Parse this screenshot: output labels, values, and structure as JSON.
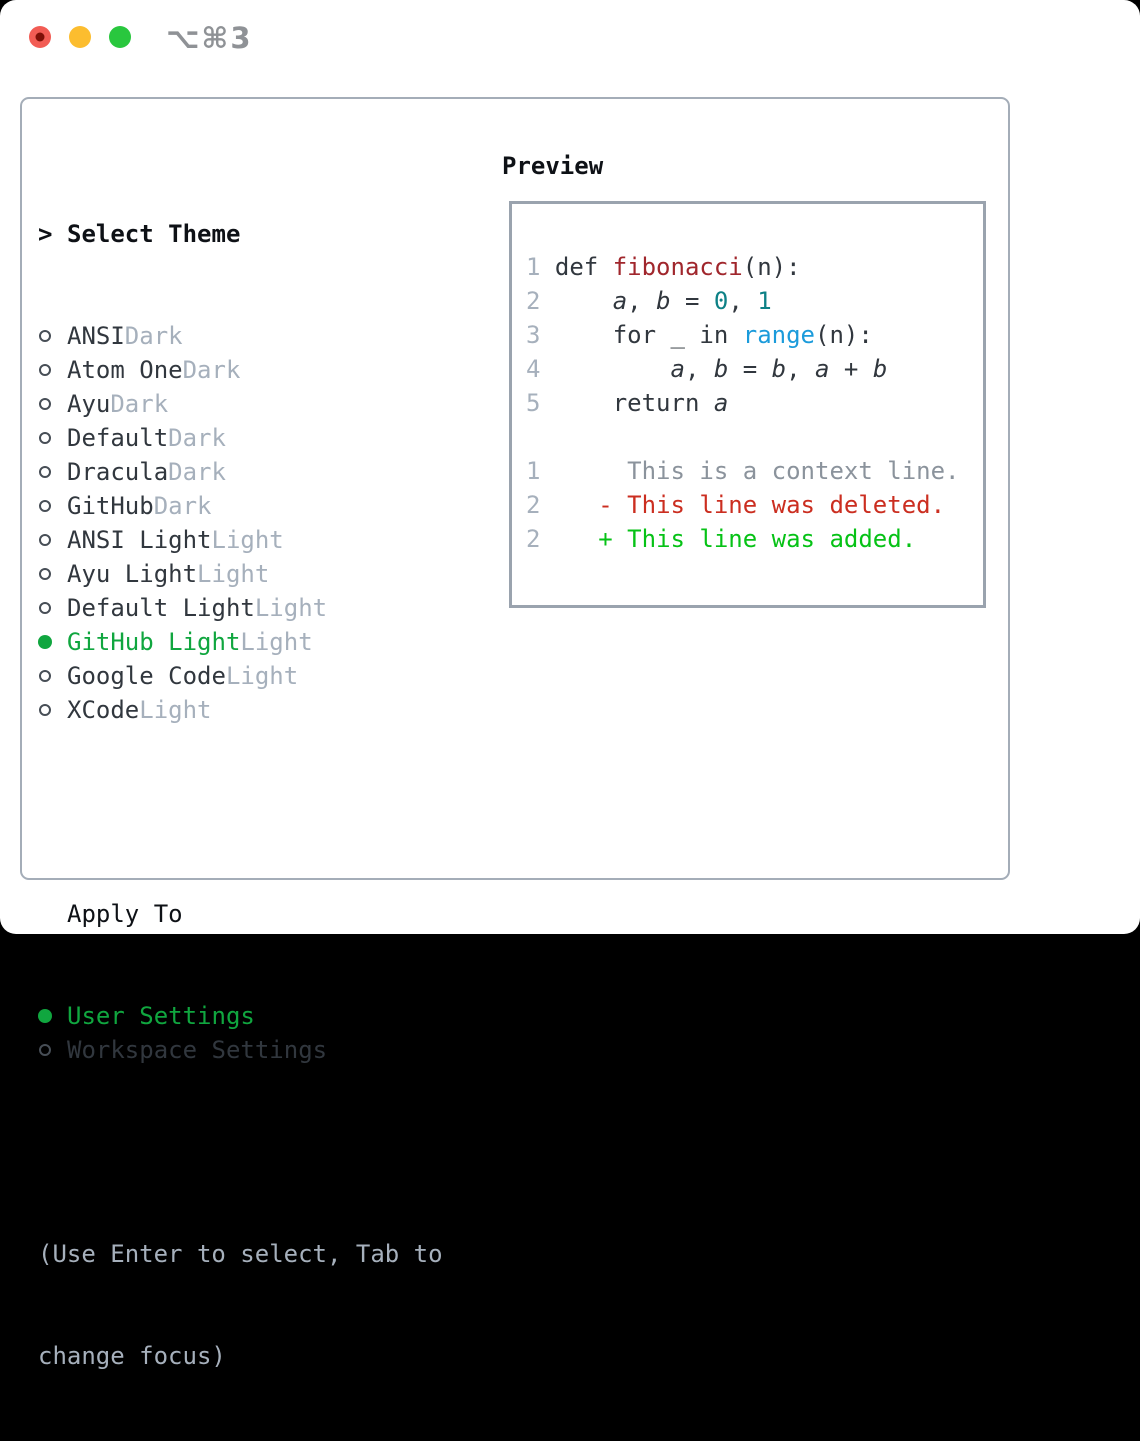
{
  "titlebar": {
    "title": "⌥⌘3",
    "traffic_lights": [
      {
        "name": "close-button",
        "color_key": "red"
      },
      {
        "name": "minimize-button",
        "color_key": "yellow"
      },
      {
        "name": "maximize-button",
        "color_key": "green"
      }
    ]
  },
  "theme_selector": {
    "header_marker": ">",
    "header": "Select Theme",
    "themes": [
      {
        "name": "ANSI",
        "variant": "Dark",
        "selected": false
      },
      {
        "name": "Atom One",
        "variant": "Dark",
        "selected": false
      },
      {
        "name": "Ayu",
        "variant": "Dark",
        "selected": false
      },
      {
        "name": "Default",
        "variant": "Dark",
        "selected": false
      },
      {
        "name": "Dracula",
        "variant": "Dark",
        "selected": false
      },
      {
        "name": "GitHub",
        "variant": "Dark",
        "selected": false
      },
      {
        "name": "ANSI Light",
        "variant": "Light",
        "selected": false
      },
      {
        "name": "Ayu Light",
        "variant": "Light",
        "selected": false
      },
      {
        "name": "Default Light",
        "variant": "Light",
        "selected": false
      },
      {
        "name": "GitHub Light",
        "variant": "Light",
        "selected": true
      },
      {
        "name": "Google Code",
        "variant": "Light",
        "selected": false
      },
      {
        "name": "XCode",
        "variant": "Light",
        "selected": false
      }
    ]
  },
  "apply_to": {
    "header": "Apply To",
    "options": [
      {
        "name": "User Settings",
        "selected": true
      },
      {
        "name": "Workspace Settings",
        "selected": false
      }
    ]
  },
  "hint_lines": [
    "(Use Enter to select, Tab to",
    "change focus)"
  ],
  "preview": {
    "header": "Preview",
    "code_lines": [
      {
        "num": "1",
        "segments": [
          {
            "text": "def ",
            "style": "code"
          },
          {
            "text": "fibonacci",
            "style": "function"
          },
          {
            "text": "(n):",
            "style": "code"
          }
        ]
      },
      {
        "num": "2",
        "segments": [
          {
            "text": "    ",
            "style": "code"
          },
          {
            "text": "a",
            "style": "variable"
          },
          {
            "text": ", ",
            "style": "code"
          },
          {
            "text": "b",
            "style": "variable"
          },
          {
            "text": " = ",
            "style": "code"
          },
          {
            "text": "0",
            "style": "number"
          },
          {
            "text": ", ",
            "style": "code"
          },
          {
            "text": "1",
            "style": "number"
          }
        ]
      },
      {
        "num": "3",
        "segments": [
          {
            "text": "    for _ in ",
            "style": "code"
          },
          {
            "text": "range",
            "style": "builtin"
          },
          {
            "text": "(n):",
            "style": "code"
          }
        ]
      },
      {
        "num": "4",
        "segments": [
          {
            "text": "        ",
            "style": "code"
          },
          {
            "text": "a",
            "style": "variable"
          },
          {
            "text": ", ",
            "style": "code"
          },
          {
            "text": "b",
            "style": "variable"
          },
          {
            "text": " = ",
            "style": "code"
          },
          {
            "text": "b",
            "style": "variable"
          },
          {
            "text": ", ",
            "style": "code"
          },
          {
            "text": "a",
            "style": "variable"
          },
          {
            "text": " + ",
            "style": "code"
          },
          {
            "text": "b",
            "style": "variable"
          }
        ]
      },
      {
        "num": "5",
        "segments": [
          {
            "text": "    return ",
            "style": "code"
          },
          {
            "text": "a",
            "style": "variable"
          }
        ]
      },
      {
        "num": "",
        "segments": []
      },
      {
        "num": "1",
        "segments": [
          {
            "text": "     ",
            "style": "code"
          },
          {
            "text": "This is a context line.",
            "style": "context"
          }
        ]
      },
      {
        "num": "2",
        "segments": [
          {
            "text": "   ",
            "style": "code"
          },
          {
            "text": "- This line was deleted.",
            "style": "deleted"
          }
        ]
      },
      {
        "num": "2",
        "segments": [
          {
            "text": "   ",
            "style": "code"
          },
          {
            "text": "+ This line was added.",
            "style": "added"
          }
        ]
      }
    ]
  },
  "colors": {
    "selected_green": "#10a63f",
    "added_green": "#06c216",
    "deleted_red": "#cb2e20",
    "function_red": "#a0262c",
    "number_teal": "#0d8186",
    "builtin_blue": "#1b9bdb",
    "muted_gray": "#a6b0bc",
    "text_dark": "#31373e",
    "header_black": "#0e1116",
    "context_gray": "#8b939c",
    "border_gray": "#a4adb8",
    "preview_border": "#9aa3ae",
    "titlebar_gray": "#8f9296",
    "traffic_red": "#f25c54",
    "traffic_red_dot": "#7f1007",
    "traffic_yellow": "#fcbd2f",
    "traffic_green": "#29c73e"
  }
}
